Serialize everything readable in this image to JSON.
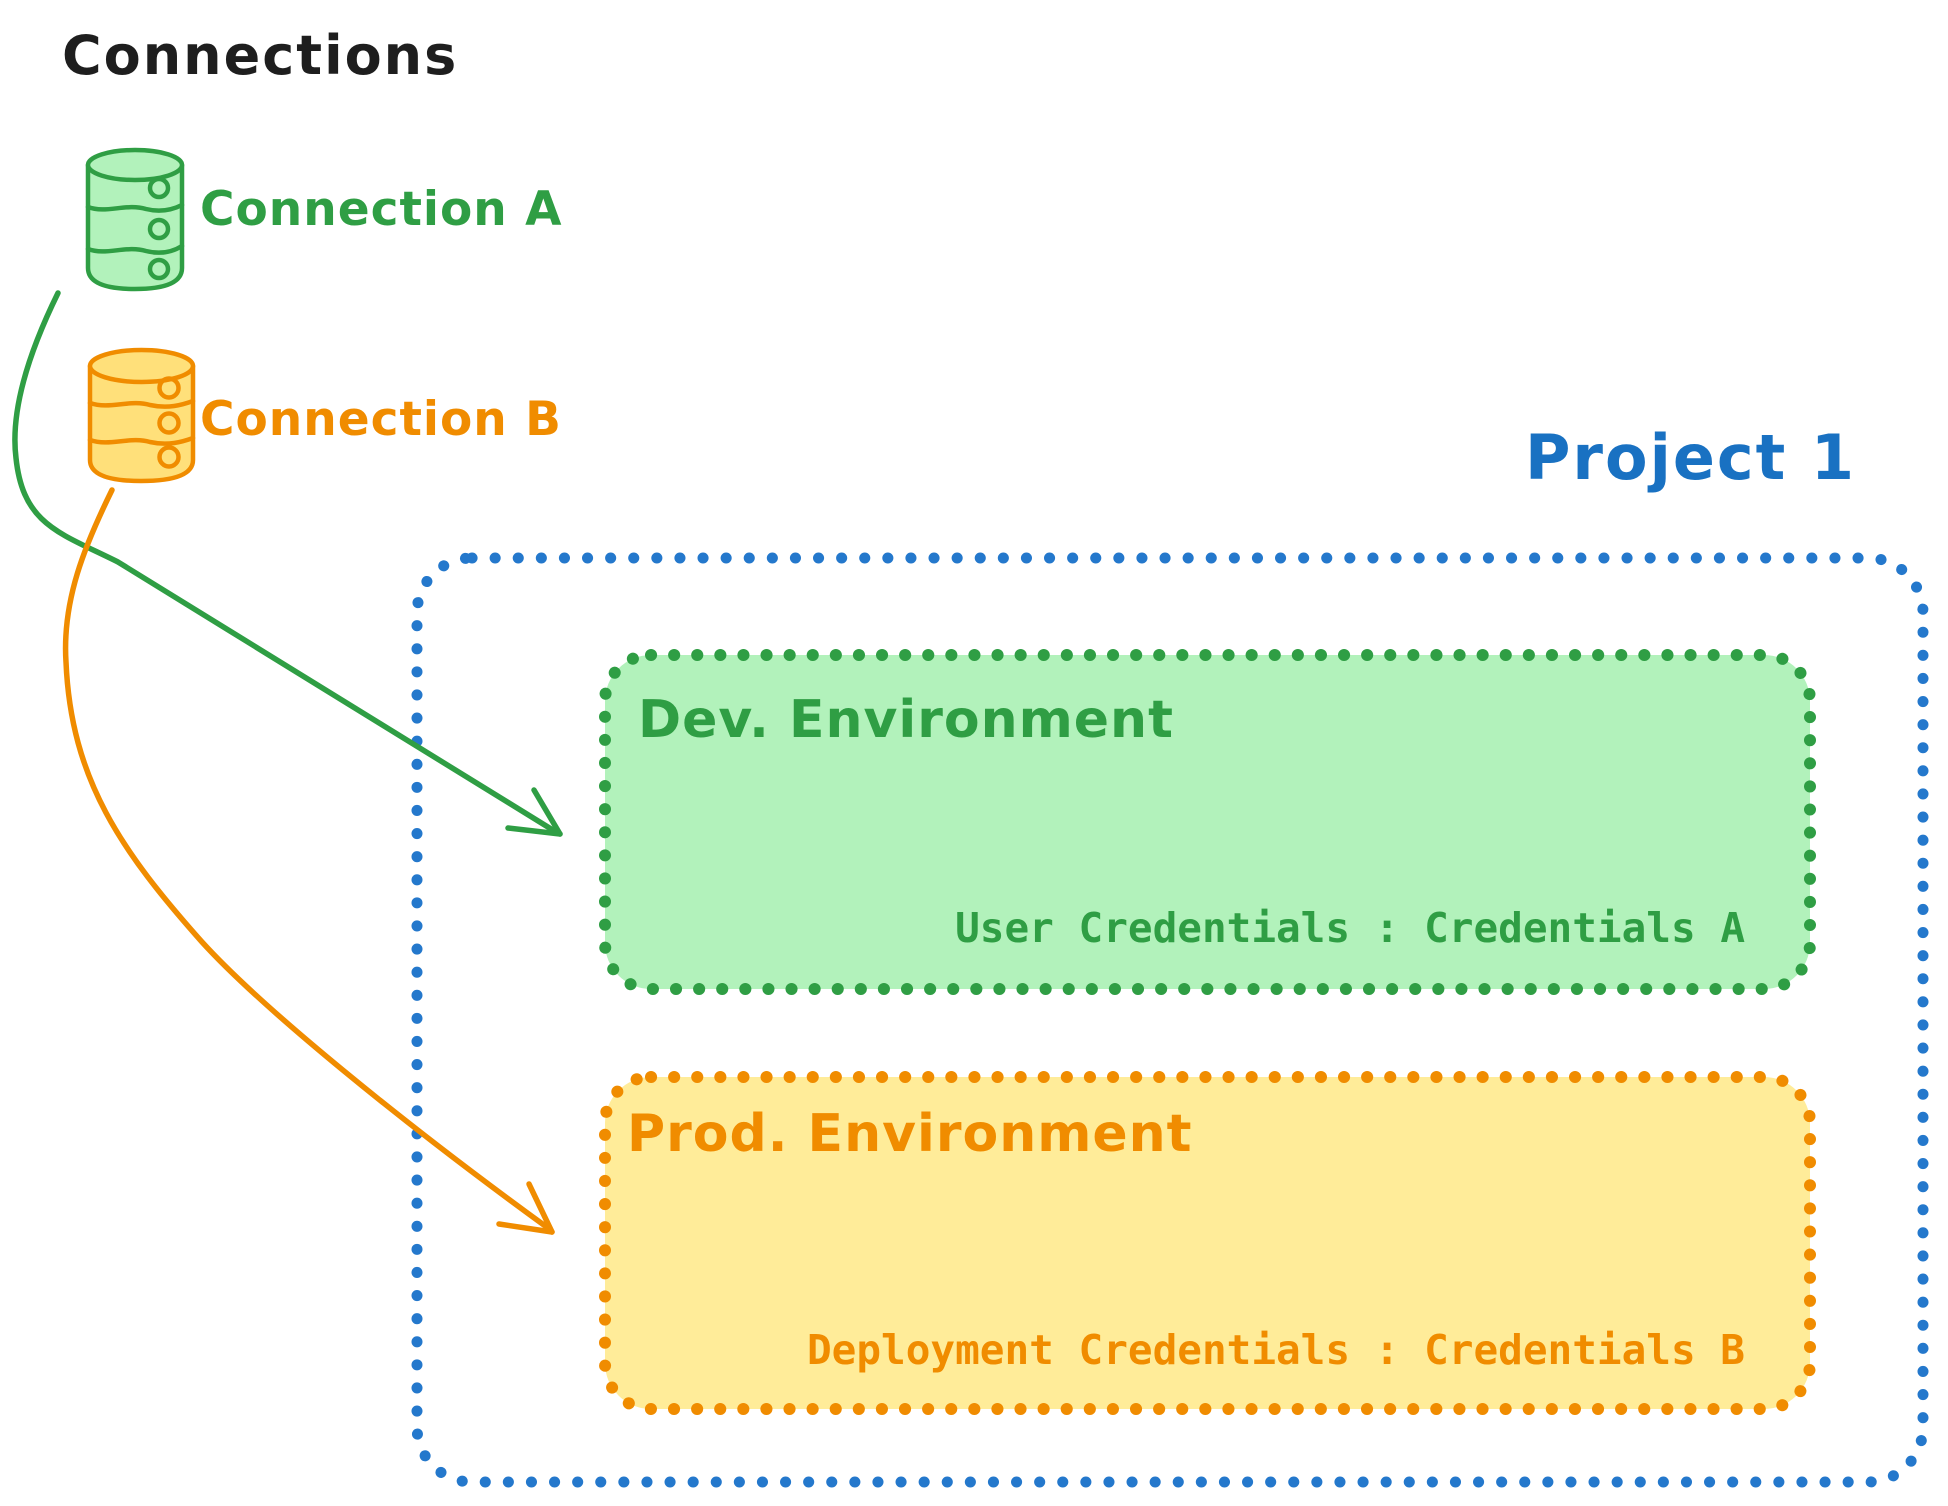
{
  "diagram": {
    "title": "Connections",
    "connections": [
      {
        "label": "Connection A",
        "color": "#2f9e44",
        "fill": "#b2f2bb",
        "icon": "database-icon"
      },
      {
        "label": "Connection B",
        "color": "#f08c00",
        "fill": "#ffe07a",
        "icon": "database-icon"
      }
    ],
    "project": {
      "title": "Project 1",
      "border_color": "#2478cc",
      "environments": [
        {
          "name": "Dev. Environment",
          "credentials": "User Credentials : Credentials A",
          "stroke": "#2f9e44",
          "fill": "#b2f2bb"
        },
        {
          "name": "Prod. Environment",
          "credentials": "Deployment Credentials : Credentials B",
          "stroke": "#f08c00",
          "fill": "#ffec99"
        }
      ]
    },
    "colors": {
      "text_black": "#1e1e1e",
      "green": "#2f9e44",
      "green_fill": "#b2f2bb",
      "orange": "#f08c00",
      "orange_box_fill": "#ffec99",
      "orange_db_fill": "#ffe07a",
      "blue": "#1971c2"
    }
  }
}
